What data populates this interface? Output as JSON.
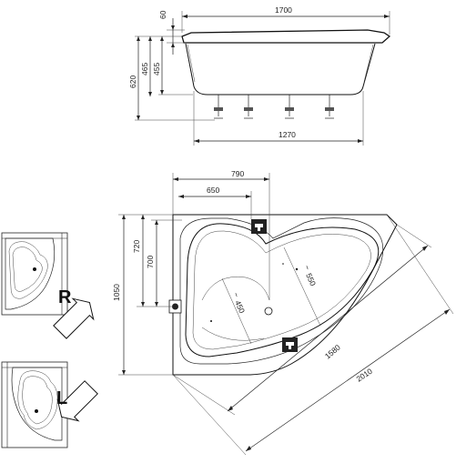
{
  "side_view": {
    "width_top": "1700",
    "rim_height": "60",
    "total_height": "620",
    "height_465": "465",
    "height_455": "455",
    "base_width": "1270"
  },
  "plan_view": {
    "width_790": "790",
    "width_650": "650",
    "height_1050": "1050",
    "height_720": "720",
    "height_700": "700",
    "inner_550": "550",
    "inner_450": "450",
    "length_1580": "1580",
    "diagonal_2010": "2010"
  },
  "variants": [
    {
      "letter": "R"
    },
    {
      "letter": "L"
    }
  ]
}
